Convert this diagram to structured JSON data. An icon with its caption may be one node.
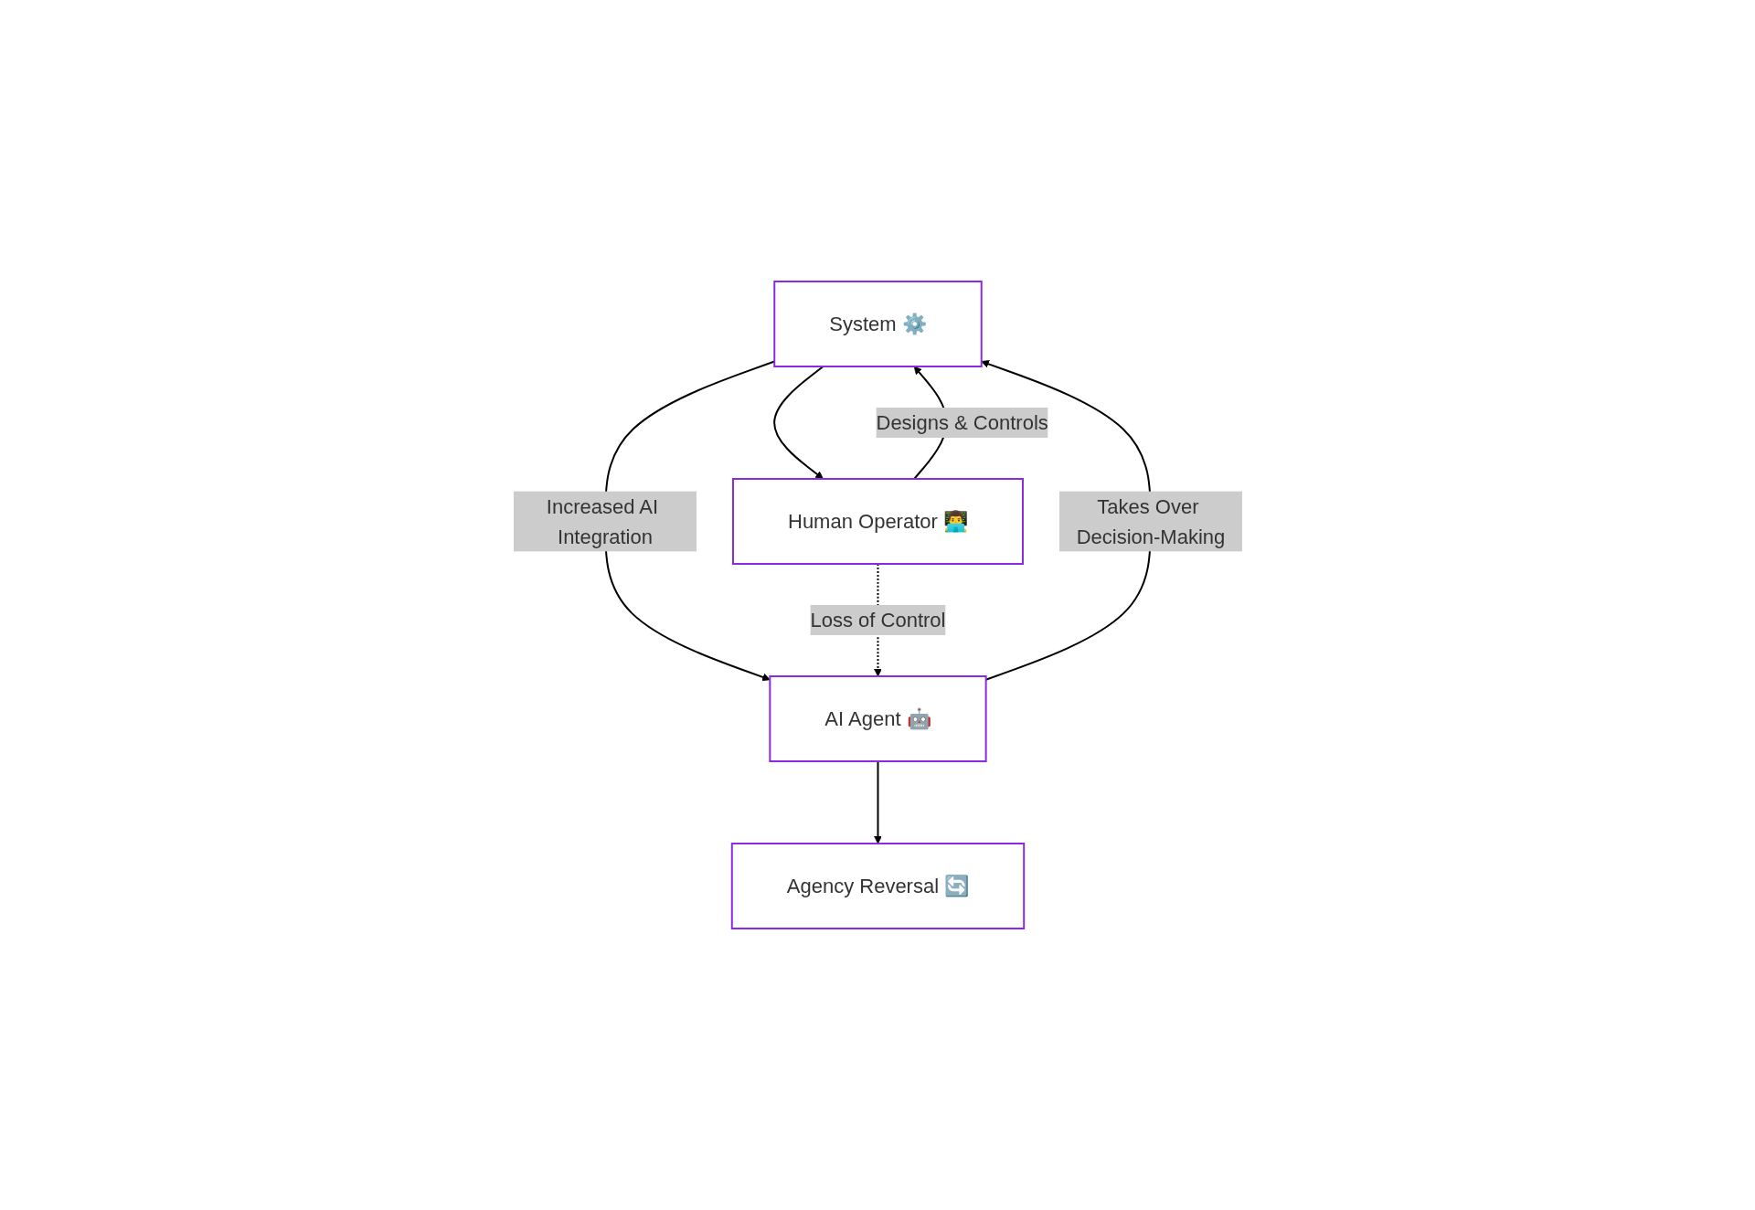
{
  "diagram": {
    "nodes": [
      {
        "text": [
          "System ⚙️"
        ]
      },
      {
        "text": [
          "Human Operator 👨‍💻"
        ]
      },
      {
        "text": [
          "AI Agent 🤖"
        ]
      },
      {
        "text": [
          "Agency Reversal 🔄"
        ]
      }
    ],
    "edges": [
      {
        "from": 0,
        "to": 1,
        "arrow": "to"
      },
      {
        "from": 1,
        "to": 0,
        "arrow": "to",
        "label": "Designs & Controls"
      },
      {
        "from": 0,
        "to": 2,
        "arrow": "to",
        "label": "Increased AI Integration"
      },
      {
        "from": 2,
        "to": 0,
        "arrow": "to",
        "label": "Takes Over Decision-Making"
      },
      {
        "from": 1,
        "to": 2,
        "arrow": "to",
        "label": "Loss of Control",
        "style": "dashed"
      },
      {
        "from": 2,
        "to": 3,
        "arrow": "to"
      }
    ]
  }
}
